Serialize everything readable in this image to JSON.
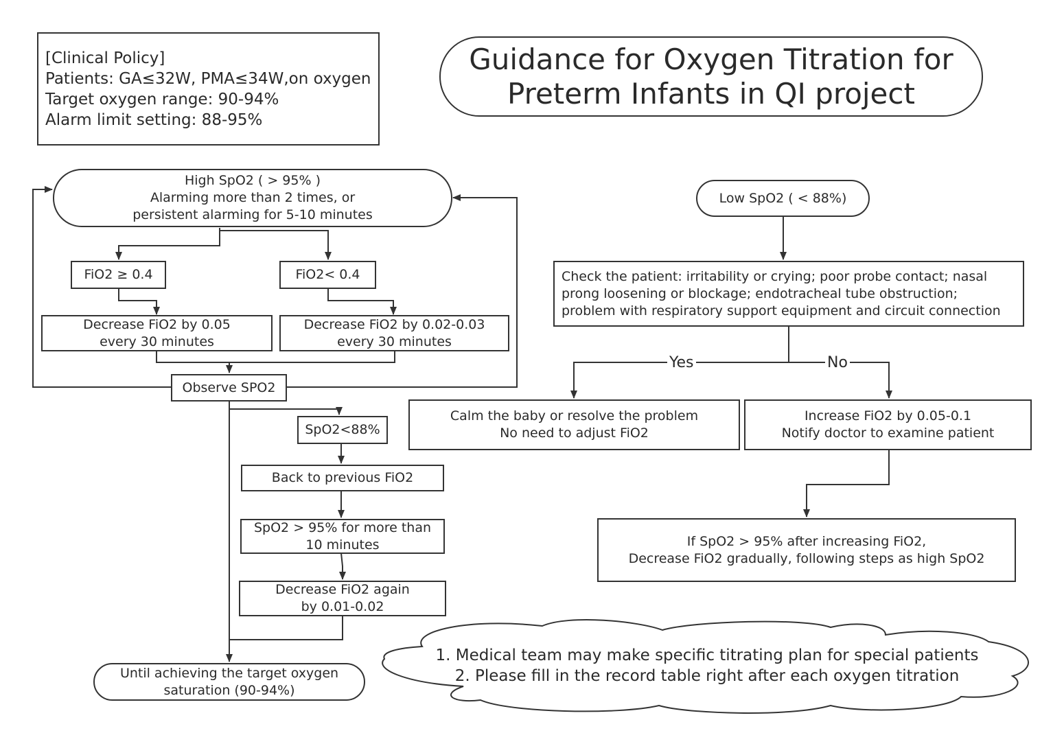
{
  "policy": {
    "heading": "[Clinical Policy]",
    "patients": "Patients: GA≤32W, PMA≤34W,on oxygen",
    "target": "Target oxygen range: 90-94%",
    "alarm": "Alarm limit setting: 88-95%"
  },
  "title": {
    "line1": "Guidance for Oxygen Titration  for",
    "line2": "Preterm Infants in QI project"
  },
  "high": {
    "line1": "High SpO2 (  > 95% )",
    "line2": "Alarming more than 2 times, or",
    "line3": "persistent alarming for 5-10 minutes",
    "fio2_high": "FiO2 ≥ 0.4",
    "fio2_low": "FiO2< 0.4",
    "dec_a_line1": "Decrease FiO2 by 0.05",
    "dec_a_line2": "every 30 minutes",
    "dec_b_line1": "Decrease FiO2 by 0.02-0.03",
    "dec_b_line2": "every 30 minutes",
    "observe": "Observe SPO2",
    "spo2_low": "SpO2<88%",
    "back": "Back to previous FiO2",
    "over_line1": "SpO2 > 95% for more than",
    "over_line2": "10 minutes",
    "again_line1": "Decrease FiO2 again",
    "again_line2": "by 0.01-0.02",
    "until_line1": "Until achieving the target oxygen",
    "until_line2": "saturation (90-94%)"
  },
  "low": {
    "start": "Low SpO2 ( < 88%)",
    "check_line1": "Check the patient: irritability or crying; poor probe contact; nasal",
    "check_line2": "prong loosening or blockage; endotracheal tube obstruction;",
    "check_line3": "problem with respiratory support equipment and circuit connection",
    "yes": "Yes",
    "no": "No",
    "calm_line1": "Calm the baby or resolve  the problem",
    "calm_line2": "No need to adjust FiO2",
    "inc_line1": "Increase FiO2 by 0.05-0.1",
    "inc_line2": "Notify doctor to examine patient",
    "if_line1": "If SpO2 > 95% after increasing FiO2,",
    "if_line2": "Decrease FiO2 gradually, following steps as high SpO2"
  },
  "notes": {
    "line1": "1. Medical team may make specific titrating plan for special patients",
    "line2": "2. Please fill in the record table right after each oxygen titration"
  }
}
